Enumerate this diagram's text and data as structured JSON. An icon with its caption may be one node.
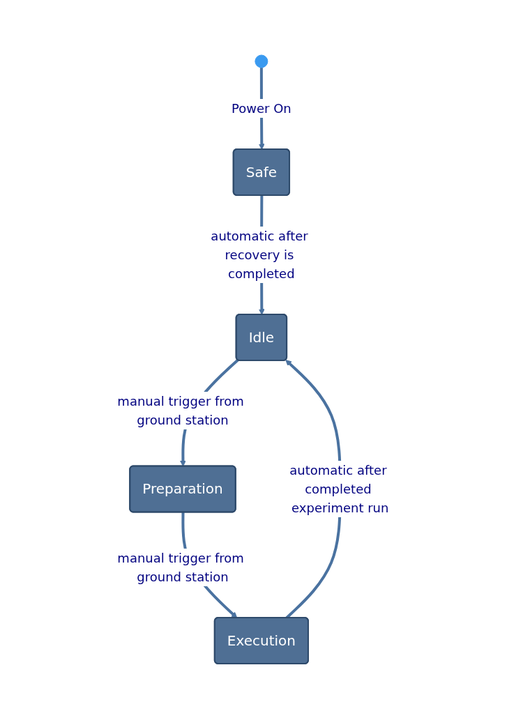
{
  "diagram": {
    "nodes": [
      {
        "text": [],
        "shape": "circle"
      },
      {
        "text": [
          "Safe"
        ]
      },
      {
        "text": [
          "Idle"
        ]
      },
      {
        "text": [
          "Preparation"
        ]
      },
      {
        "text": [
          "Execution"
        ]
      }
    ],
    "edges": [
      {
        "from": 0,
        "to": 1,
        "arrow": "to",
        "label": "Power On"
      },
      {
        "from": 1,
        "to": 2,
        "arrow": "to",
        "label": "automatic after recovery is completed"
      },
      {
        "from": 2,
        "to": 3,
        "arrow": "to",
        "label": "manual trigger from ground station"
      },
      {
        "from": 3,
        "to": 4,
        "arrow": "to",
        "label": "manual trigger from ground station"
      },
      {
        "from": 4,
        "to": 2,
        "arrow": "to",
        "label": "automatic after completed experiment run"
      }
    ]
  }
}
